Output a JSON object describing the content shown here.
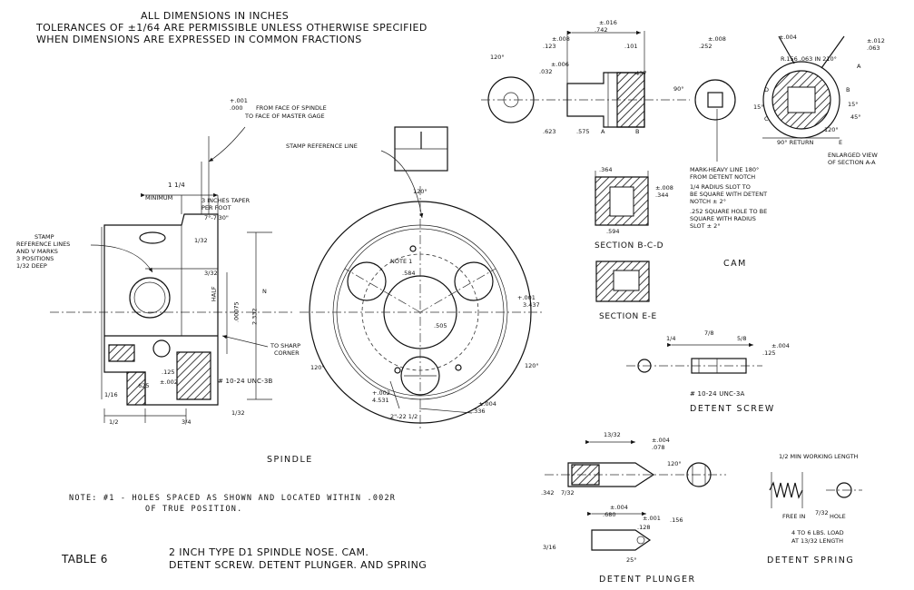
{
  "header": {
    "line1": "ALL DIMENSIONS IN INCHES",
    "line2": "TOLERANCES OF ±1/64 ARE PERMISSIBLE UNLESS OTHERWISE SPECIFIED",
    "line3": "WHEN DIMENSIONS ARE EXPRESSED IN COMMON FRACTIONS"
  },
  "spindle": {
    "title": "SPINDLE",
    "face_note_tol": "+.001",
    "face_note_base": ".000",
    "face_note_l1": "FROM FACE OF SPINDLE",
    "face_note_l2": "TO FACE OF MASTER GAGE",
    "stamp_ref_line": "STAMP REFERENCE LINE",
    "stamp_note": [
      "STAMP",
      "REFERENCE LINES",
      "AND V MARKS",
      "3 POSITIONS",
      "1/32 DEEP"
    ],
    "min_dim": "1 1/4",
    "minimum": "MINIMUM",
    "taper_note_l1": "3 INCHES TAPER",
    "taper_note_l2": "PER FOOT",
    "taper_angle": "7°-7'30\"",
    "sharp_l1": "TO SHARP",
    "sharp_l2": "CORNER",
    "thread": "# 10-24 UNC-3B",
    "dims": {
      "d_125": ".125",
      "d_625": ".625",
      "d_002": "±.002",
      "d_half": "1/2",
      "d_3q": "3/4",
      "d_1_16": "1/16",
      "d_1_32": "1/32",
      "d_2332": "2.332",
      "d_00075": ".00075",
      "d_half_vert": "HALF",
      "d_3_32": "3/32",
      "d_1_32b": "1/32",
      "d_N": "N"
    },
    "round_view": {
      "angle_top": "120°",
      "angle_left": "120°",
      "angle_right": "120°",
      "note1": "NOTE 1",
      "d_584": ".584",
      "d_505": ".505",
      "d_3437": "3.437",
      "d_001": "+.001",
      "d_4531": "4.531",
      "d_002": "+.002",
      "d_2_22": "2\"-22 1/2",
      "d_336": ".336",
      "d_004": "±.004"
    }
  },
  "cam": {
    "title": "CAM",
    "dims": {
      "d_742": ".742",
      "d_016": "±.016",
      "d_123": ".123",
      "d_008": "±.008",
      "d_101": ".101",
      "d_437": ".437",
      "d_006": "±.006",
      "d_032": ".032",
      "d_120": "120°",
      "d_623": ".623",
      "d_575": ".575",
      "d_90": "90°",
      "d_A": "A",
      "d_B": "B",
      "d_252": ".252",
      "d_008b": "±.008",
      "d_radius": "R.156 .063 IN 210°",
      "d_012": "±.012",
      "d_063": ".063",
      "d_004": "±.004",
      "d_15": "15°",
      "d_15b": "15°",
      "d_45": "45°",
      "d_120b": "120°",
      "d_90_return": "90° RETURN",
      "d_E": "E",
      "d_C": "C",
      "d_D": "D",
      "d_B2": "B",
      "d_A2": "A"
    },
    "enlarged_l1": "ENLARGED VIEW",
    "enlarged_l2": "OF SECTION A-A",
    "mark_note": [
      "MARK-HEAVY LINE 180°",
      "FROM DETENT NOTCH",
      "1/4 RADIUS SLOT TO",
      "BE SQUARE WITH DETENT",
      "NOTCH ± 2°",
      ".252 SQUARE HOLE TO BE",
      "SQUARE WITH RADIUS",
      "SLOT ± 2°"
    ],
    "section_bcd": "SECTION B-C-D",
    "section_ee": "SECTION E-E",
    "sec_dims": {
      "d_344": ".344",
      "d_008": "±.008",
      "d_594": ".594",
      "d_364": ".364"
    }
  },
  "detent_screw": {
    "title": "DETENT SCREW",
    "thread": "# 10-24 UNC-3A",
    "dims": {
      "d_1_4": "1/4",
      "d_7_8": "7/8",
      "d_5_8": "5/8",
      "d_125": ".125",
      "d_004": "±.004"
    }
  },
  "detent_plunger": {
    "title": "DETENT PLUNGER",
    "dims": {
      "d_13_32": "13/32",
      "d_078": ".078",
      "d_004": "±.004",
      "d_120": "120°",
      "d_342": ".342",
      "d_7_32": "7/32",
      "d_680": ".680",
      "d_004b": "±.004",
      "d_128": ".128",
      "d_156": ".156",
      "d_001": "±.001",
      "d_3_16": "3/16",
      "d_25": "25°"
    }
  },
  "detent_spring": {
    "title": "DETENT SPRING",
    "min_len": "1/2 MIN WORKING LENGTH",
    "free_in": "FREE IN",
    "free_frac": "7/32",
    "free_hole": "HOLE",
    "load_l1": "4 TO 6 LBS. LOAD",
    "load_l2": "AT 13/32 LENGTH"
  },
  "notes": {
    "note1": "NOTE:   #1 - HOLES SPACED AS SHOWN AND LOCATED WITHIN .002R",
    "note1b": "OF TRUE POSITION."
  },
  "table": {
    "label": "TABLE 6",
    "caption_l1": "2 INCH TYPE D1 SPINDLE NOSE. CAM.",
    "caption_l2": "DETENT SCREW. DETENT PLUNGER. AND SPRING"
  }
}
